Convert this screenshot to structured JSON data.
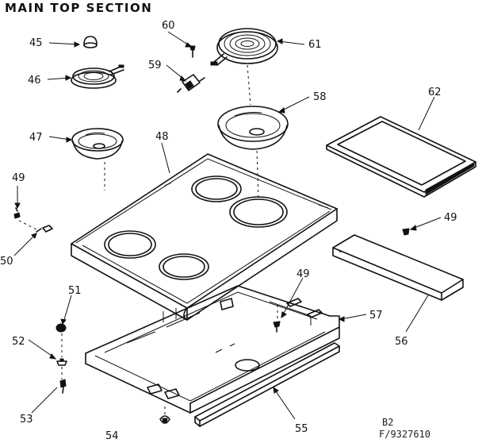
{
  "title": "MAIN TOP SECTION",
  "callouts": {
    "c45": "45",
    "c46": "46",
    "c47": "47",
    "c48": "48",
    "c49a": "49",
    "c49b": "49",
    "c49c": "49",
    "c50": "50",
    "c51": "51",
    "c52": "52",
    "c53": "53",
    "c54": "54",
    "c55": "55",
    "c56": "56",
    "c57": "57",
    "c58": "58",
    "c59": "59",
    "c60": "60",
    "c61": "61",
    "c62": "62"
  },
  "footer": {
    "page": "B2",
    "code": "F/9327610"
  }
}
